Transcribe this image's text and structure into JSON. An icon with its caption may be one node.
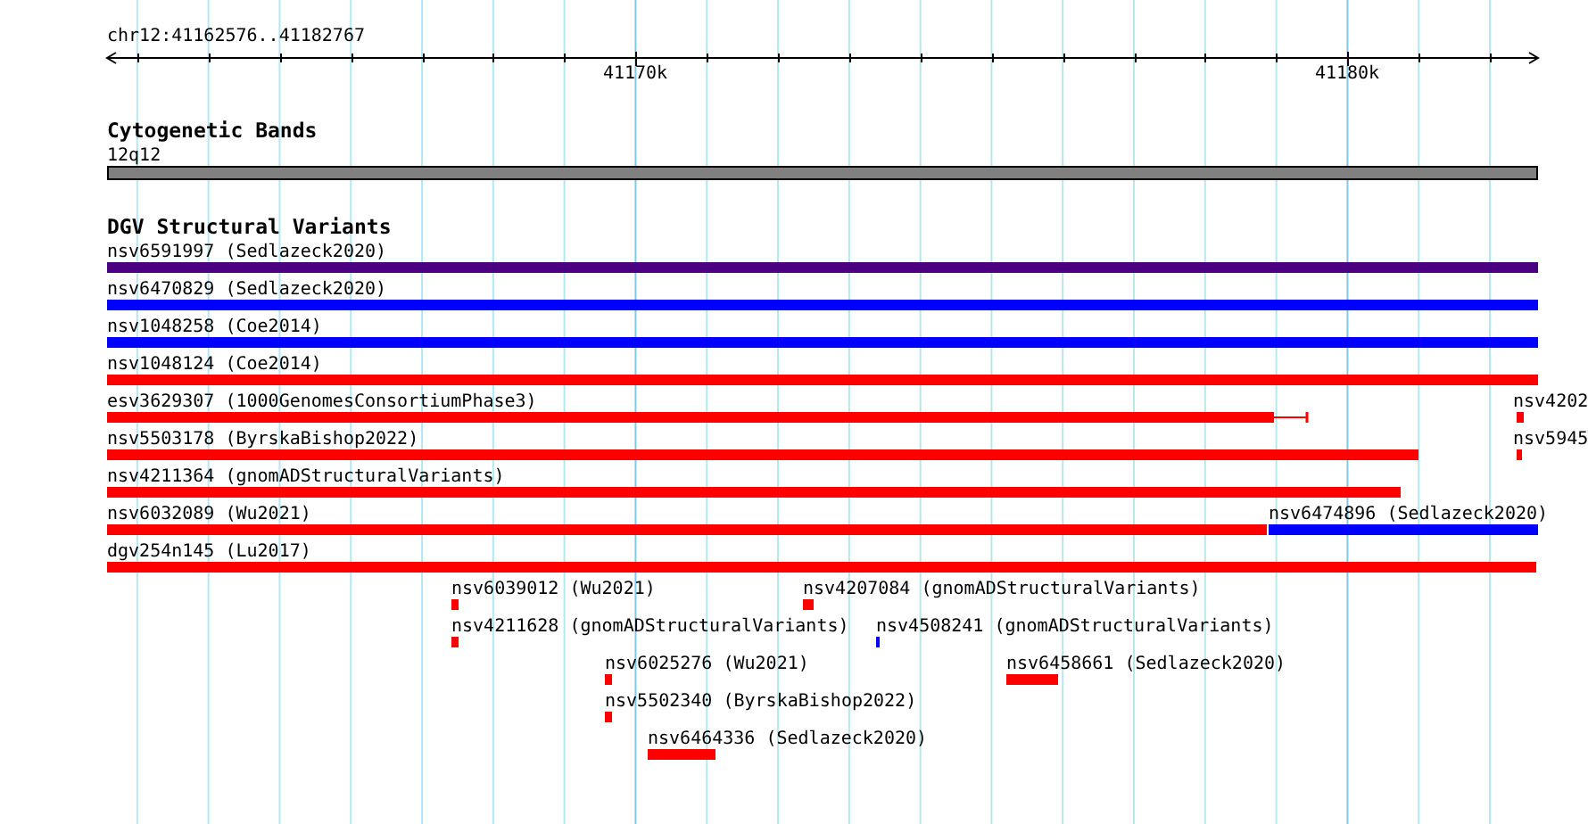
{
  "diagram": {
    "nodes": [
      {
        "text": [
          "12q12"
        ]
      },
      {
        "text": [
          "nsv6591997 (Sedlazeck2020)"
        ]
      },
      {
        "text": [
          "nsv6470829 (Sedlazeck2020)"
        ]
      },
      {
        "text": [
          "nsv1048258 (Coe2014)"
        ]
      },
      {
        "text": [
          "nsv1048124 (Coe2014)"
        ]
      },
      {
        "text": [
          "esv3629307 (1000GenomesConsortiumPhase3)"
        ]
      },
      {
        "text": [
          "nsv4202"
        ]
      },
      {
        "text": [
          "nsv5503178 (ByrskaBishop2022)"
        ]
      },
      {
        "text": [
          "nsv5945"
        ]
      },
      {
        "text": [
          "nsv4211364 (gnomADStructuralVariants)"
        ]
      },
      {
        "text": [
          "nsv6032089 (Wu2021)"
        ]
      },
      {
        "text": [
          "nsv6474896 (Sedlazeck2020)"
        ]
      },
      {
        "text": [
          "dgv254n145 (Lu2017)"
        ]
      },
      {
        "text": [
          "nsv6039012 (Wu2021)"
        ]
      },
      {
        "text": [
          "nsv4207084 (gnomADStructuralVariants)"
        ]
      },
      {
        "text": [
          "nsv4211628 (gnomADStructuralVariants)"
        ]
      },
      {
        "text": [
          "nsv4508241 (gnomADStructuralVariants)"
        ]
      },
      {
        "text": [
          "nsv6025276 (Wu2021)"
        ]
      },
      {
        "text": [
          "nsv6458661 (Sedlazeck2020)"
        ]
      },
      {
        "text": [
          "nsv5502340 (ByrskaBishop2022)"
        ]
      },
      {
        "text": [
          "nsv6464336 (Sedlazeck2020)"
        ]
      }
    ],
    "labels": [
      "chr12:41162576..41182767",
      "41170k",
      "41180k",
      "Cytogenetic Bands",
      "DGV Structural Variants"
    ]
  }
}
